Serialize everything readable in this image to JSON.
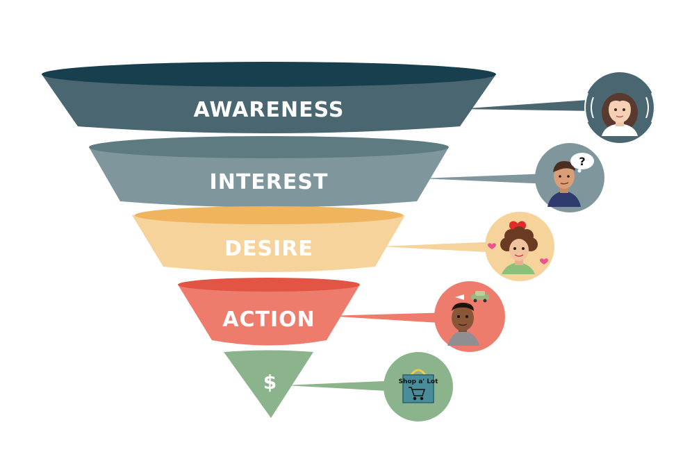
{
  "stages": [
    {
      "id": "awareness",
      "label": "AWARENESS",
      "color": "#4a6670",
      "rim": "#183f4d",
      "avatar": "woman-with-signal-icon"
    },
    {
      "id": "interest",
      "label": "INTEREST",
      "color": "#7e969c",
      "rim": "#5f7b82",
      "avatar": "thinking-man-icon"
    },
    {
      "id": "desire",
      "label": "DESIRE",
      "color": "#f6d39b",
      "rim": "#f0b35e",
      "avatar": "woman-with-hearts-icon"
    },
    {
      "id": "action",
      "label": "ACTION",
      "color": "#ee7c6c",
      "rim": "#e25443",
      "avatar": "man-with-car-icon"
    },
    {
      "id": "purchase",
      "label": "$",
      "color": "#8cb48c",
      "rim": "#8cb48c",
      "avatar": "shopping-bag-icon"
    }
  ],
  "shop_bag": {
    "label": "Shop a' Lot"
  }
}
